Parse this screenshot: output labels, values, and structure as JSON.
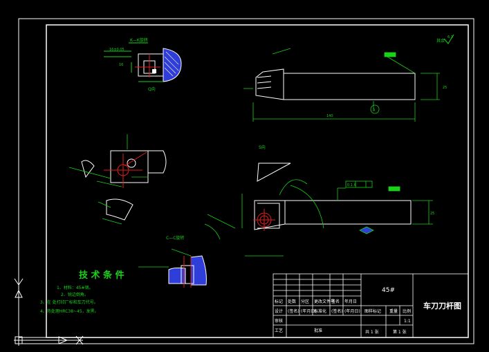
{
  "drawing": {
    "title": "车刀刀杆图",
    "material": "45#",
    "scale_label": "比例",
    "scale_value": "1:1",
    "weight_label": "重量",
    "stage_label": "图样标记",
    "sheets_total": "共 1 张",
    "sheet_current": "第 1 张",
    "roughness_note": "其余",
    "roughness_value": "6.3"
  },
  "title_block": {
    "revision_headers": [
      "标记",
      "处数",
      "分区",
      "更改文件号",
      "签名",
      "年月日"
    ],
    "sign_rows": [
      [
        "设计",
        "(签名)",
        "(年月日)",
        "标准化",
        "(签名)",
        "(年月日)"
      ],
      [
        "审核",
        "",
        "",
        "",
        "",
        ""
      ],
      [
        "工艺",
        "",
        "",
        "批准",
        "",
        ""
      ]
    ]
  },
  "tech_requirements": {
    "heading": "技 术 条 件",
    "items": [
      "1、材料：45#钢。",
      "2、锐边倒角。",
      "3、在  处打印厂标和车刀代号。",
      "4、热处理HRC38~45，发黑。"
    ]
  },
  "views": {
    "kk_label": "K—K旋转",
    "cc_label": "C—C旋转",
    "q_label": "Q向",
    "s_label": "S向",
    "datum_a": "A",
    "tolerance": "0.1 A",
    "length_dim": "140",
    "height_dim": "25",
    "width_dim": "25"
  },
  "colors": {
    "outline": "#ffffff",
    "dimension": "#19d219",
    "hatch": "#2f3ed8",
    "centerline": "#e21c1c",
    "frame": "#ffffff"
  }
}
